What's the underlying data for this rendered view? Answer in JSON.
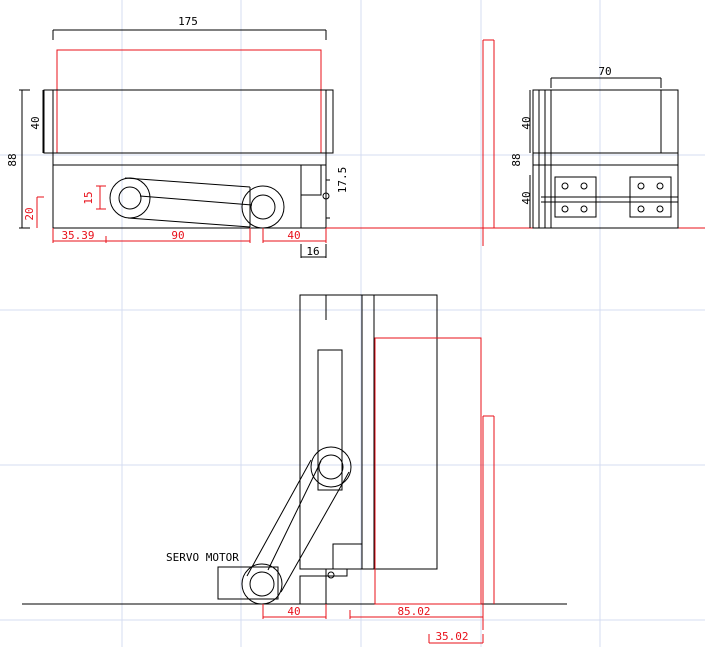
{
  "dimensions": {
    "top_width": "175",
    "left_height_total": "88",
    "left_height_upper": "40",
    "left_height_lower": "20",
    "offset_left": "35.39",
    "pulley_spacing": "90",
    "right_offset": "40",
    "pulley_diameter": "15",
    "bracket_height": "17.5",
    "bracket_width": "16",
    "side_width": "70",
    "side_height_upper": "40",
    "side_height_total": "88",
    "side_height_lower": "40",
    "bottom_offset": "40",
    "bottom_length": "85.02",
    "bottom_small": "35.02"
  },
  "labels": {
    "servo_motor": "SERVO MOTOR"
  },
  "colors": {
    "line": "#000000",
    "dimension_red": "#e8101a",
    "grid": "#d4dcf2"
  }
}
